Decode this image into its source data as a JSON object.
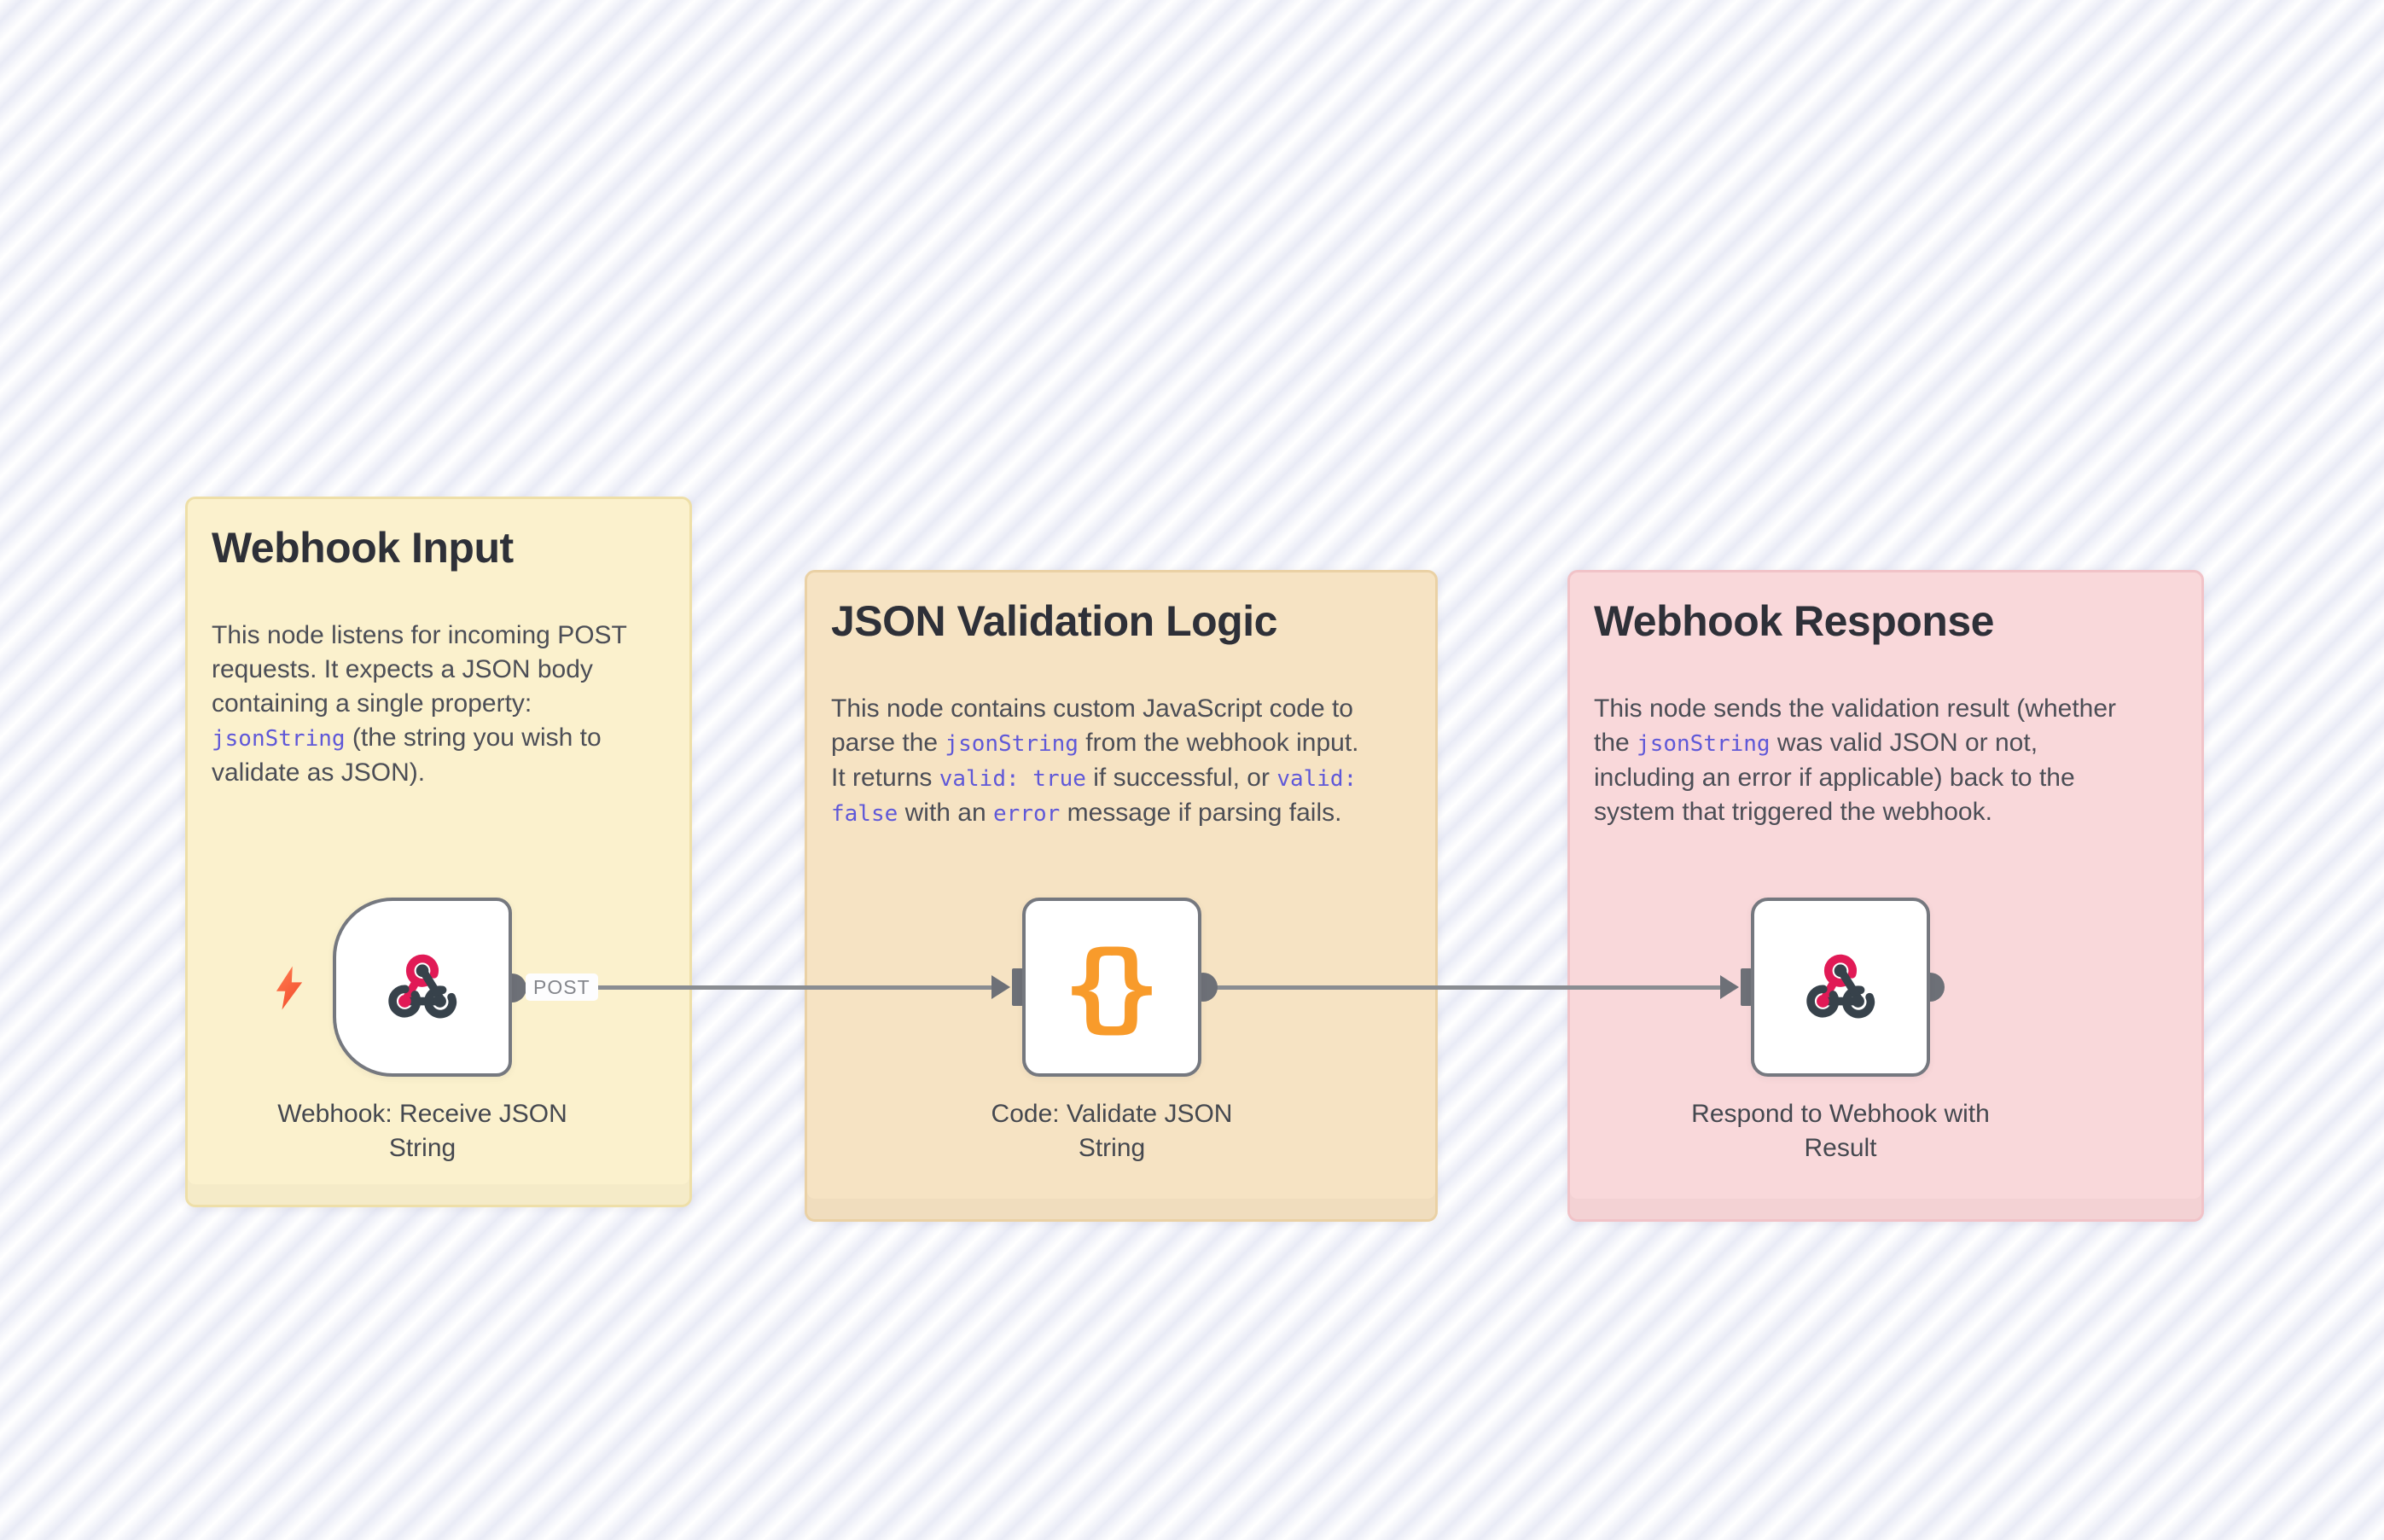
{
  "colors": {
    "stripe_light": "#ffffff",
    "stripe_dark": "#e9ebf6",
    "sticky_yellow_bg": "#fbf1cd",
    "sticky_yellow_border": "#eedfa8",
    "sticky_amber_bg": "#f6e3c3",
    "sticky_amber_border": "#ead1a5",
    "sticky_pink_bg": "#f9d8da",
    "sticky_pink_border": "#f1c3c8",
    "title_text": "#2e3038",
    "body_text": "#4c4e56",
    "code_text": "#5f58d8",
    "node_bg": "#ffffff",
    "node_border": "#75787f",
    "connector_line": "#8a8d92",
    "connector_port": "#6d7077",
    "node_label_text": "#45484f",
    "post_label_text": "#84868c",
    "bolt_orange_top": "#ff7e52",
    "bolt_orange_bottom": "#f4502f",
    "braces_orange": "#f89b2b",
    "webhook_pink": "#e11a56",
    "webhook_dark": "#37424b"
  },
  "stickies": [
    {
      "id": "webhook-input",
      "title": "Webhook Input",
      "body_lines": [
        [
          {
            "t": "This node listens for incoming POST"
          }
        ],
        [
          {
            "t": "requests. It expects a JSON body"
          }
        ],
        [
          {
            "t": "containing a single property:"
          }
        ],
        [
          {
            "c": "jsonString"
          },
          {
            "t": " (the string you wish to"
          }
        ],
        [
          {
            "t": "validate as JSON)."
          }
        ]
      ]
    },
    {
      "id": "json-validation-logic",
      "title": "JSON Validation Logic",
      "body_lines": [
        [
          {
            "t": "This node contains custom JavaScript code to"
          }
        ],
        [
          {
            "t": "parse the "
          },
          {
            "c": "jsonString"
          },
          {
            "t": " from the webhook input."
          }
        ],
        [
          {
            "t": "It returns "
          },
          {
            "c": "valid: true"
          },
          {
            "t": " if successful, or "
          },
          {
            "c": "valid:"
          }
        ],
        [
          {
            "c": "false"
          },
          {
            "t": " with an "
          },
          {
            "c": "error"
          },
          {
            "t": " message if parsing fails."
          }
        ]
      ]
    },
    {
      "id": "webhook-response",
      "title": "Webhook Response",
      "body_lines": [
        [
          {
            "t": "This node sends the validation result (whether"
          }
        ],
        [
          {
            "t": "the "
          },
          {
            "c": "jsonString"
          },
          {
            "t": " was valid JSON or not,"
          }
        ],
        [
          {
            "t": "including an error if applicable) back to the"
          }
        ],
        [
          {
            "t": "system that triggered the webhook."
          }
        ]
      ]
    }
  ],
  "nodes": [
    {
      "id": "webhook-trigger",
      "label_lines": [
        "Webhook: Receive JSON",
        "String"
      ],
      "icon": "webhook-icon",
      "output_label": "POST"
    },
    {
      "id": "code-validate-json",
      "label_lines": [
        "Code: Validate JSON",
        "String"
      ],
      "icon": "code-braces-icon",
      "braces_glyphs": {
        "left": "{",
        "right": "}"
      }
    },
    {
      "id": "respond-to-webhook",
      "label_lines": [
        "Respond to Webhook with",
        "Result"
      ],
      "icon": "webhook-icon"
    }
  ]
}
